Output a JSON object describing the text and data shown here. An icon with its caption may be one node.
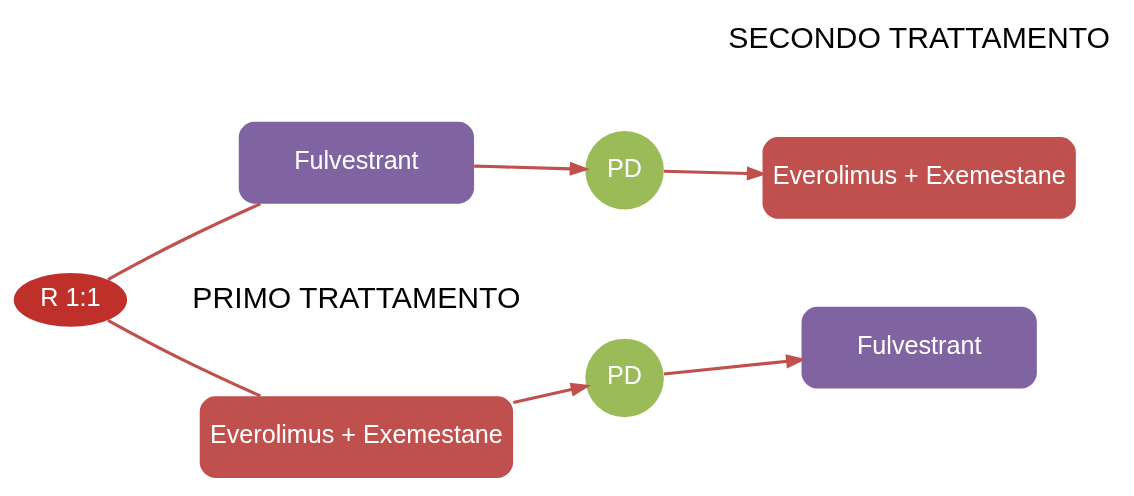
{
  "diagram": {
    "nodes": [
      {
        "text": [
          "Everolimus + Exemestane"
        ]
      },
      {
        "text": [
          "PD"
        ]
      },
      {
        "text": [
          "Fulvestrant"
        ]
      },
      {
        "text": [
          "R 1:1"
        ]
      },
      {
        "text": [
          "Fulvestrant"
        ]
      },
      {
        "text": [
          "PD"
        ]
      },
      {
        "text": [
          "Everolimus + Exemestane"
        ]
      }
    ],
    "edges": [
      {
        "from": 3,
        "to": 0,
        "arrow": "none"
      },
      {
        "from": 3,
        "to": 4,
        "arrow": "none"
      },
      {
        "from": 0,
        "to": 1,
        "arrow": "to"
      },
      {
        "from": 1,
        "to": 2,
        "arrow": "to"
      },
      {
        "from": 4,
        "to": 5,
        "arrow": "to"
      },
      {
        "from": 5,
        "to": 6,
        "arrow": "to"
      }
    ],
    "labels": [
      "PRIMO TRATTAMENTO",
      "SECONDO TRATTAMENTO"
    ]
  }
}
